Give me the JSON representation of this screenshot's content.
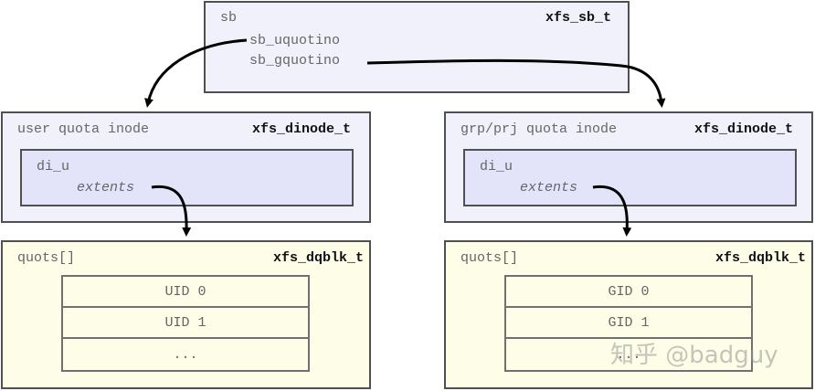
{
  "superblock": {
    "name": "sb",
    "type": "xfs_sb_t",
    "fields": [
      "sb_uquotino",
      "sb_gquotino"
    ]
  },
  "user_inode": {
    "title": "user quota inode",
    "type": "xfs_dinode_t",
    "inner_label": "di_u",
    "inner_field": "extents"
  },
  "group_inode": {
    "title": "grp/prj quota inode",
    "type": "xfs_dinode_t",
    "inner_label": "di_u",
    "inner_field": "extents"
  },
  "user_quots": {
    "title": "quots[]",
    "type": "xfs_dqblk_t",
    "rows": [
      "UID 0",
      "UID 1",
      "..."
    ]
  },
  "group_quots": {
    "title": "quots[]",
    "type": "xfs_dqblk_t",
    "rows": [
      "GID 0",
      "GID 1",
      "..."
    ]
  },
  "watermark": "知乎 @badguy",
  "colors": {
    "inode_bg": "#f1f1fc",
    "inner_bg": "#e3e4fa",
    "quota_bg": "#fdfde8",
    "border": "#505050",
    "arrow": "#000000"
  }
}
